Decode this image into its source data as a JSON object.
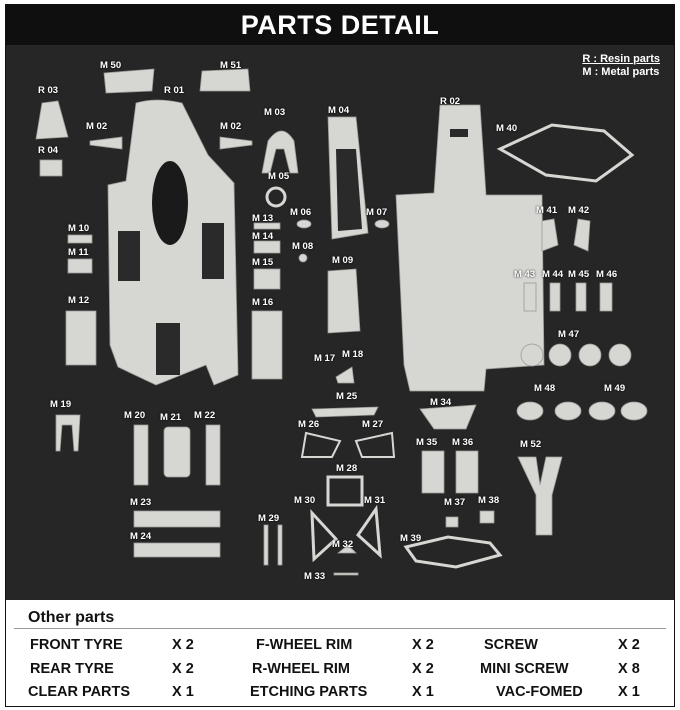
{
  "header": {
    "title": "PARTS DETAIL"
  },
  "legend": {
    "resin": "R : Resin parts",
    "metal": "M : Metal parts"
  },
  "part_labels": [
    "R 03",
    "R 04",
    "M 50",
    "M 51",
    "R 01",
    "M 02",
    "M 02",
    "M 03",
    "M 04",
    "R 02",
    "M 40",
    "M 05",
    "M 06",
    "M 07",
    "M 08",
    "M 09",
    "M 10",
    "M 11",
    "M 12",
    "M 13",
    "M 14",
    "M 15",
    "M 16",
    "M 41",
    "M 42",
    "M 43",
    "M 44",
    "M 45",
    "M 46",
    "M 47",
    "M 48",
    "M 49",
    "M 17",
    "M 18",
    "M 19",
    "M 20",
    "M 21",
    "M 22",
    "M 25",
    "M 26",
    "M 27",
    "M 34",
    "M 35",
    "M 36",
    "M 52",
    "M 28",
    "M 23",
    "M 24",
    "M 29",
    "M 30",
    "M 31",
    "M 32",
    "M 33",
    "M 37",
    "M 38",
    "M 39"
  ],
  "other_parts": {
    "title": "Other parts",
    "rows": [
      [
        {
          "name": "FRONT TYRE",
          "qty": "X 2"
        },
        {
          "name": "F-WHEEL RIM",
          "qty": "X 2"
        },
        {
          "name": "SCREW",
          "qty": "X 2"
        }
      ],
      [
        {
          "name": "REAR TYRE",
          "qty": "X 2"
        },
        {
          "name": "R-WHEEL RIM",
          "qty": "X 2"
        },
        {
          "name": "MINI SCREW",
          "qty": "X 8"
        }
      ],
      [
        {
          "name": "CLEAR PARTS",
          "qty": "X 1"
        },
        {
          "name": "ETCHING PARTS",
          "qty": "X 1"
        },
        {
          "name": "VAC-FOMED",
          "qty": "X 1"
        }
      ]
    ]
  },
  "colors": {
    "background": "#262626",
    "part": "#d9d9d6",
    "header": "#0f0f0f"
  }
}
